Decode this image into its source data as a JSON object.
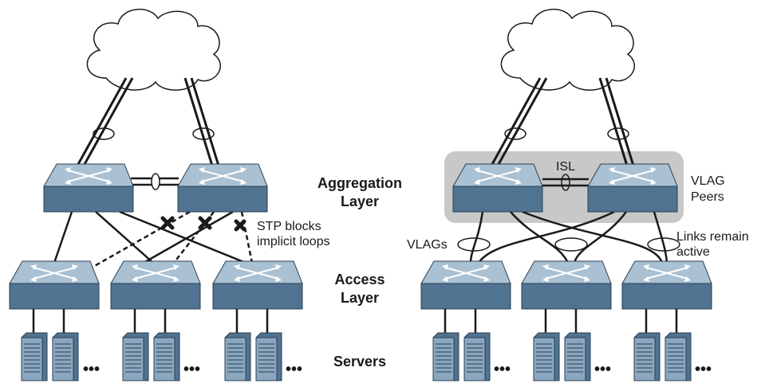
{
  "labels": {
    "aggregation_line1": "Aggregation",
    "aggregation_line2": "Layer",
    "access_line1": "Access",
    "access_line2": "Layer",
    "servers": "Servers",
    "stp_line1": "STP blocks",
    "stp_line2": "implicit loops",
    "isl": "ISL",
    "vlag_peers_line1": "VLAG",
    "vlag_peers_line2": "Peers",
    "vlags": "VLAGs",
    "links_line1": "Links remain",
    "links_line2": "active"
  },
  "ellipsis": "•••",
  "colors": {
    "switch_front": "#4f7390",
    "switch_top": "#a9c1d3",
    "switch_outline": "#2b3f52",
    "peer_box": "#c8c8c8",
    "line": "#1a1a1a",
    "blocked_mark": "#1a1a1a",
    "server_body": "#8aa7bf",
    "server_dark": "#4f7390"
  },
  "icons": [
    "cloud-icon",
    "switch-icon",
    "server-icon",
    "blocked-x-icon",
    "lag-ellipse-icon"
  ]
}
